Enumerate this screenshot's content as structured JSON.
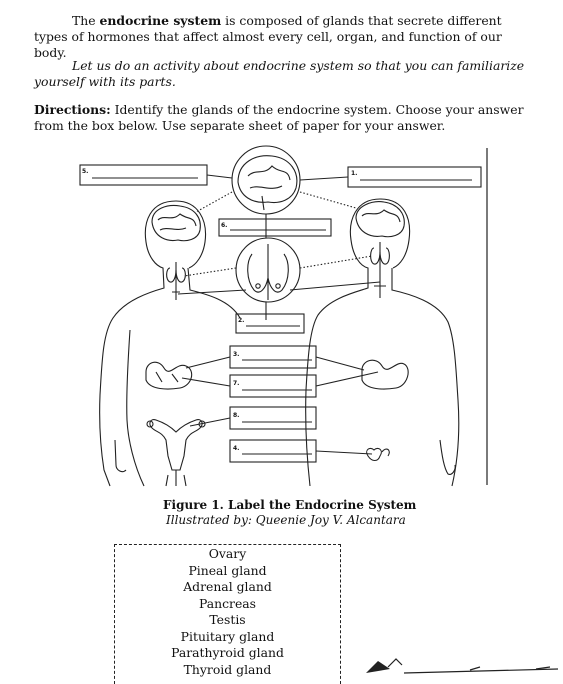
{
  "intro": {
    "p1_pre": "The ",
    "p1_bold": "endocrine system",
    "p1_post": " is composed of glands that secrete different types of hormones that affect almost every cell, organ, and function of our body."
  },
  "activity": {
    "text": "Let us do an activity about endocrine system so that you can familiarize yourself with its parts."
  },
  "directions": {
    "label": "Directions:",
    "text": " Identify the glands of the endocrine system. Choose your answer from the box below. Use separate sheet of paper for your answer."
  },
  "figure": {
    "labels": [
      "1.",
      "2.",
      "3.",
      "4.",
      "5.",
      "6.",
      "7.",
      "8."
    ],
    "caption": "Figure 1. Label the Endocrine System",
    "credit": "Illustrated by: Queenie Joy V. Alcantara"
  },
  "answer_box": {
    "items": [
      "Ovary",
      "Pineal gland",
      "Adrenal gland",
      "Pancreas",
      "Testis",
      "Pituitary gland",
      "Parathyroid gland",
      "Thyroid gland"
    ]
  }
}
